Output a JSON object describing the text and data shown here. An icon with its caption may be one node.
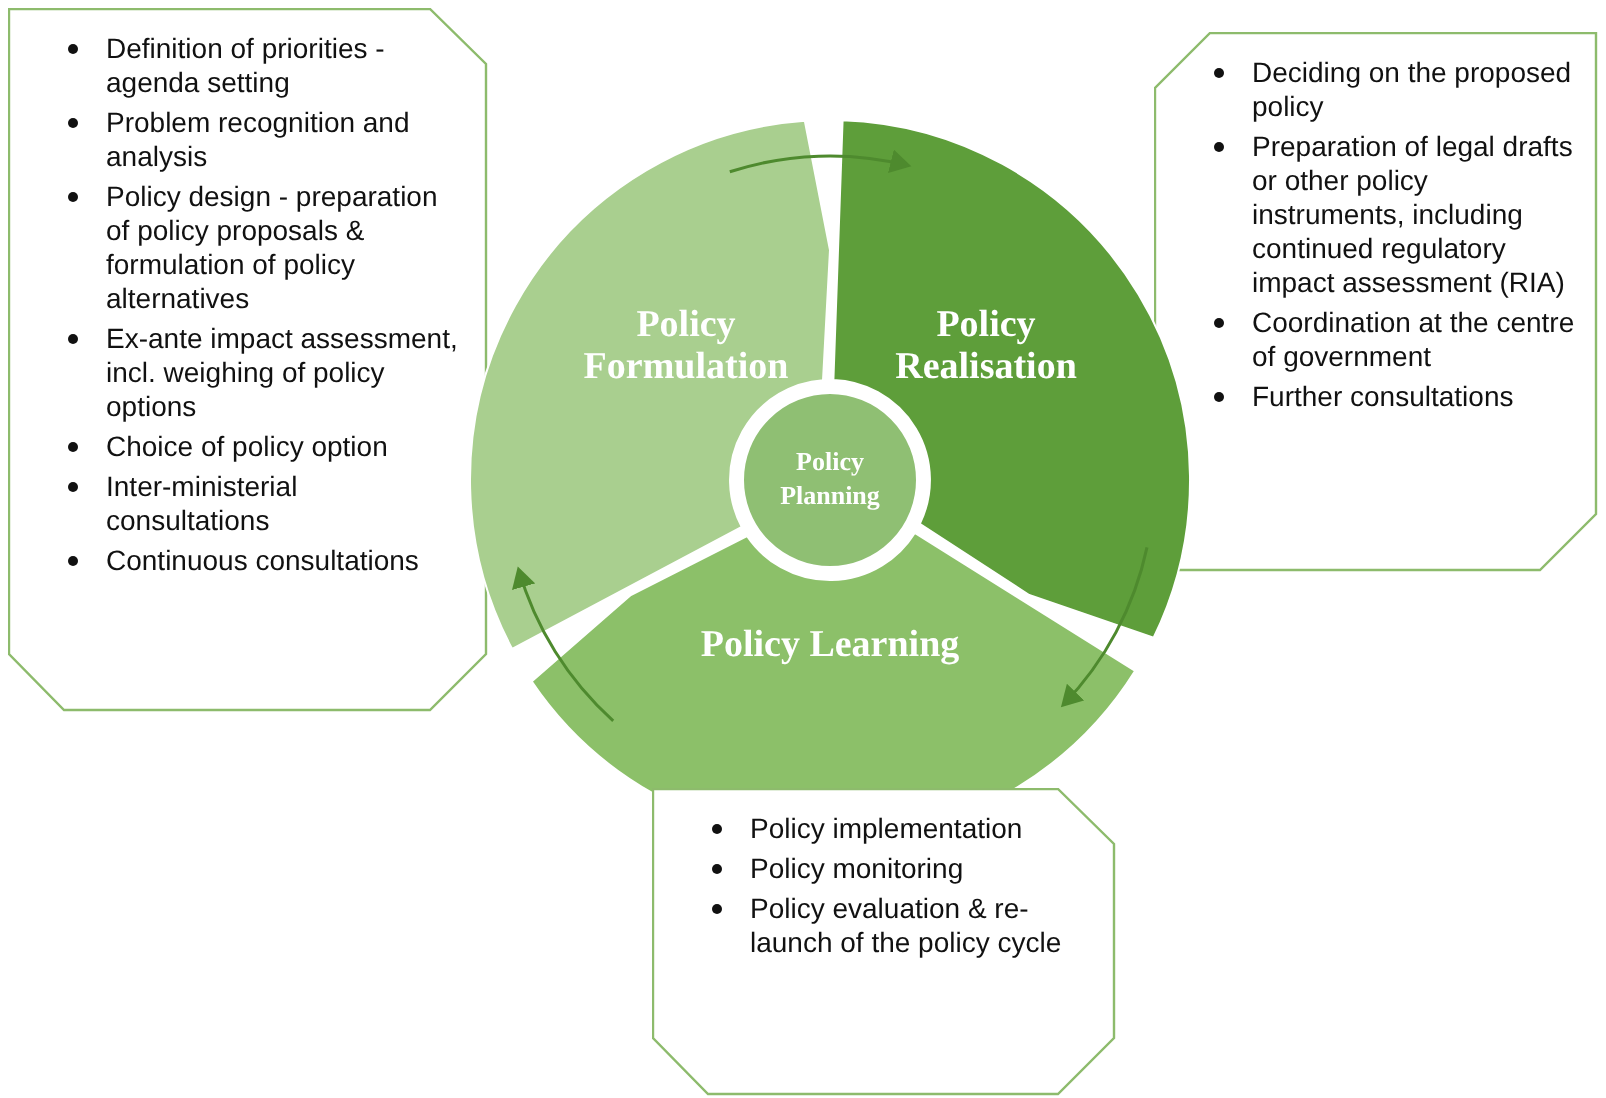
{
  "diagram": {
    "nodes": [
      {
        "text": [
          "Definition of priorities - agenda setting",
          "Problem recognition and analysis",
          "Policy design - preparation of policy proposals & formulation of policy alternatives",
          "Ex-ante impact assessment, incl. weighing of policy options",
          "Choice of policy option",
          "Inter-ministerial consultations",
          "Continuous consultations"
        ]
      },
      {
        "text": [
          "Deciding on the proposed policy",
          "Preparation of legal drafts or other policy instruments, including continued regulatory impact assessment (RIA)",
          "Coordination at the centre of government",
          "Further consultations"
        ]
      },
      {
        "text": [
          "Policy Formulation"
        ]
      },
      {
        "text": [
          "Policy Realisation"
        ]
      },
      {
        "text": [
          "Policy Planning"
        ]
      },
      {
        "text": [
          "Policy Learning"
        ]
      },
      {
        "text": [
          "Policy implementation",
          "Policy monitoring",
          "Policy evaluation & re-launch of the policy cycle"
        ]
      }
    ],
    "edges": [
      {
        "from": 2,
        "to": 3,
        "arrow": "to"
      },
      {
        "from": 3,
        "to": 5,
        "arrow": "to"
      },
      {
        "from": 5,
        "to": 2,
        "arrow": "to"
      }
    ]
  }
}
